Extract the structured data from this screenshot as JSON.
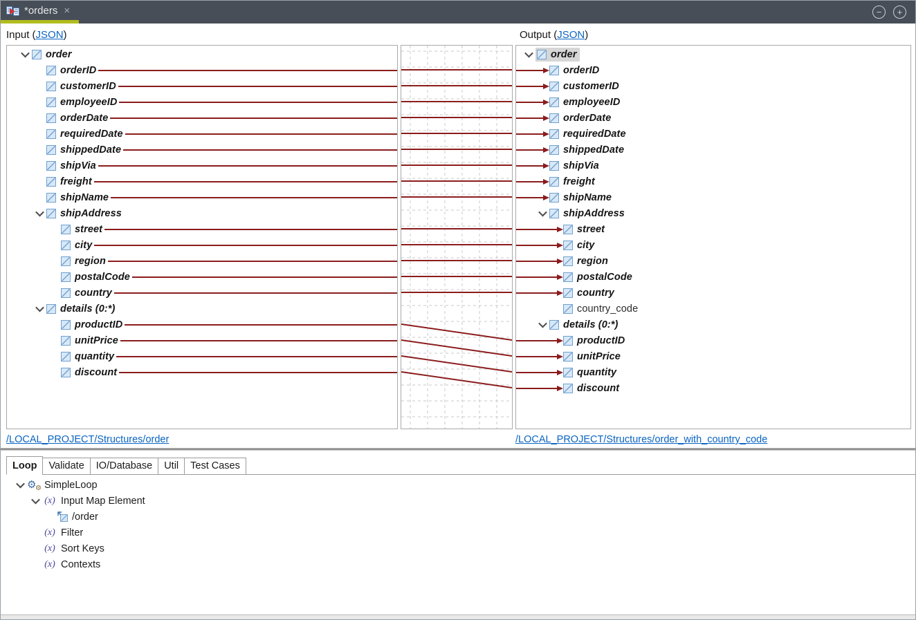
{
  "colors": {
    "mapping_line": "#8b1c1c",
    "accent_green": "#b3bc1f",
    "link_blue": "#0a64c2",
    "tabbar_bg": "#484e57",
    "selection_gray": "#d6d6d6"
  },
  "tab_bar": {
    "tab": {
      "title": "*orders",
      "close_glyph": "×"
    },
    "window_controls": {
      "minimize": "−",
      "maximize": "+"
    }
  },
  "mapper": {
    "input_header": {
      "prefix": "Input (",
      "link": "JSON",
      "suffix": ")"
    },
    "output_header": {
      "prefix": "Output (",
      "link": "JSON",
      "suffix": ")"
    },
    "input_footer_link": "/LOCAL_PROJECT/Structures/order",
    "output_footer_link": "/LOCAL_PROJECT/Structures/order_with_country_code",
    "input_tree": [
      {
        "id": "order",
        "label": "order",
        "level": 0,
        "kind": "parent"
      },
      {
        "id": "orderID",
        "label": "orderID",
        "level": 1,
        "kind": "leaf"
      },
      {
        "id": "customerID",
        "label": "customerID",
        "level": 1,
        "kind": "leaf"
      },
      {
        "id": "employeeID",
        "label": "employeeID",
        "level": 1,
        "kind": "leaf"
      },
      {
        "id": "orderDate",
        "label": "orderDate",
        "level": 1,
        "kind": "leaf"
      },
      {
        "id": "requiredDate",
        "label": "requiredDate",
        "level": 1,
        "kind": "leaf"
      },
      {
        "id": "shippedDate",
        "label": "shippedDate",
        "level": 1,
        "kind": "leaf"
      },
      {
        "id": "shipVia",
        "label": "shipVia",
        "level": 1,
        "kind": "leaf"
      },
      {
        "id": "freight",
        "label": "freight",
        "level": 1,
        "kind": "leaf"
      },
      {
        "id": "shipName",
        "label": "shipName",
        "level": 1,
        "kind": "leaf"
      },
      {
        "id": "shipAddress",
        "label": "shipAddress",
        "level": 1,
        "kind": "parent"
      },
      {
        "id": "street",
        "label": "street",
        "level": 2,
        "kind": "leaf"
      },
      {
        "id": "city",
        "label": "city",
        "level": 2,
        "kind": "leaf"
      },
      {
        "id": "region",
        "label": "region",
        "level": 2,
        "kind": "leaf"
      },
      {
        "id": "postalCode",
        "label": "postalCode",
        "level": 2,
        "kind": "leaf"
      },
      {
        "id": "country",
        "label": "country",
        "level": 2,
        "kind": "leaf"
      },
      {
        "id": "details",
        "label": "details (0:*)",
        "level": 1,
        "kind": "parent"
      },
      {
        "id": "productID",
        "label": "productID",
        "level": 2,
        "kind": "leaf"
      },
      {
        "id": "unitPrice",
        "label": "unitPrice",
        "level": 2,
        "kind": "leaf"
      },
      {
        "id": "quantity",
        "label": "quantity",
        "level": 2,
        "kind": "leaf"
      },
      {
        "id": "discount",
        "label": "discount",
        "level": 2,
        "kind": "leaf"
      }
    ],
    "output_tree": [
      {
        "id": "order",
        "label": "order",
        "level": 0,
        "kind": "parent",
        "selected": true
      },
      {
        "id": "orderID",
        "label": "orderID",
        "level": 1,
        "kind": "leaf"
      },
      {
        "id": "customerID",
        "label": "customerID",
        "level": 1,
        "kind": "leaf"
      },
      {
        "id": "employeeID",
        "label": "employeeID",
        "level": 1,
        "kind": "leaf"
      },
      {
        "id": "orderDate",
        "label": "orderDate",
        "level": 1,
        "kind": "leaf"
      },
      {
        "id": "requiredDate",
        "label": "requiredDate",
        "level": 1,
        "kind": "leaf"
      },
      {
        "id": "shippedDate",
        "label": "shippedDate",
        "level": 1,
        "kind": "leaf"
      },
      {
        "id": "shipVia",
        "label": "shipVia",
        "level": 1,
        "kind": "leaf"
      },
      {
        "id": "freight",
        "label": "freight",
        "level": 1,
        "kind": "leaf"
      },
      {
        "id": "shipName",
        "label": "shipName",
        "level": 1,
        "kind": "leaf"
      },
      {
        "id": "shipAddress",
        "label": "shipAddress",
        "level": 1,
        "kind": "parent"
      },
      {
        "id": "street",
        "label": "street",
        "level": 2,
        "kind": "leaf"
      },
      {
        "id": "city",
        "label": "city",
        "level": 2,
        "kind": "leaf"
      },
      {
        "id": "region",
        "label": "region",
        "level": 2,
        "kind": "leaf"
      },
      {
        "id": "postalCode",
        "label": "postalCode",
        "level": 2,
        "kind": "leaf"
      },
      {
        "id": "country",
        "label": "country",
        "level": 2,
        "kind": "leaf"
      },
      {
        "id": "country_code",
        "label": "country_code",
        "level": 2,
        "kind": "plain"
      },
      {
        "id": "details",
        "label": "details (0:*)",
        "level": 1,
        "kind": "parent"
      },
      {
        "id": "productID",
        "label": "productID",
        "level": 2,
        "kind": "leaf"
      },
      {
        "id": "unitPrice",
        "label": "unitPrice",
        "level": 2,
        "kind": "leaf"
      },
      {
        "id": "quantity",
        "label": "quantity",
        "level": 2,
        "kind": "leaf"
      },
      {
        "id": "discount",
        "label": "discount",
        "level": 2,
        "kind": "leaf"
      }
    ],
    "mappings": [
      [
        "orderID",
        "orderID"
      ],
      [
        "customerID",
        "customerID"
      ],
      [
        "employeeID",
        "employeeID"
      ],
      [
        "orderDate",
        "orderDate"
      ],
      [
        "requiredDate",
        "requiredDate"
      ],
      [
        "shippedDate",
        "shippedDate"
      ],
      [
        "shipVia",
        "shipVia"
      ],
      [
        "freight",
        "freight"
      ],
      [
        "shipName",
        "shipName"
      ],
      [
        "street",
        "street"
      ],
      [
        "city",
        "city"
      ],
      [
        "region",
        "region"
      ],
      [
        "postalCode",
        "postalCode"
      ],
      [
        "country",
        "country"
      ],
      [
        "productID",
        "productID"
      ],
      [
        "unitPrice",
        "unitPrice"
      ],
      [
        "quantity",
        "quantity"
      ],
      [
        "discount",
        "discount"
      ]
    ]
  },
  "bottom_panel": {
    "tabs": [
      {
        "label": "Loop",
        "active": true
      },
      {
        "label": "Validate",
        "active": false
      },
      {
        "label": "IO/Database",
        "active": false
      },
      {
        "label": "Util",
        "active": false
      },
      {
        "label": "Test Cases",
        "active": false
      }
    ],
    "tree": [
      {
        "label": "SimpleLoop",
        "icon": "gears",
        "level": 0,
        "expandable": true
      },
      {
        "label": "Input Map Element",
        "icon": "fx",
        "level": 1,
        "expandable": true
      },
      {
        "label": "/order",
        "icon": "node-ref",
        "level": 2,
        "expandable": false
      },
      {
        "label": "Filter",
        "icon": "fx",
        "level": 1,
        "expandable": false
      },
      {
        "label": "Sort Keys",
        "icon": "fx",
        "level": 1,
        "expandable": false
      },
      {
        "label": "Contexts",
        "icon": "fx",
        "level": 1,
        "expandable": false
      }
    ]
  }
}
